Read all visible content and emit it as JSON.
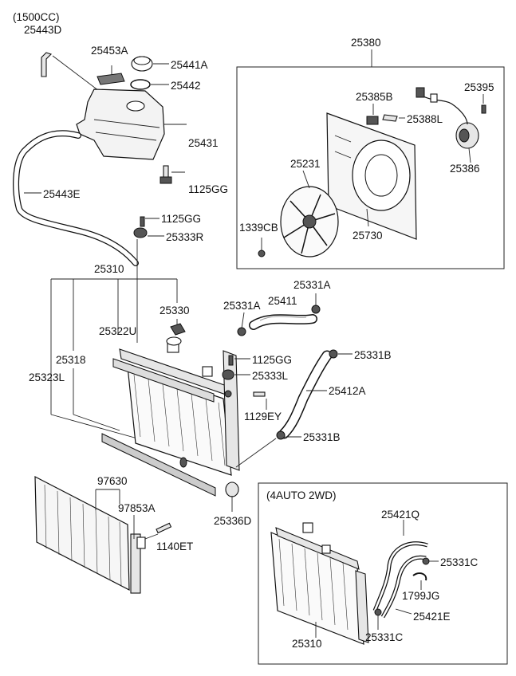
{
  "variant_labels": {
    "engine": "(1500CC)",
    "box_auto": "(4AUTO 2WD)"
  },
  "parts": {
    "p25443D": "25443D",
    "p25453A": "25453A",
    "p25441A": "25441A",
    "p25442": "25442",
    "p25431": "25431",
    "p1125GG_a": "1125GG",
    "p25443E": "25443E",
    "p1125GG_b": "1125GG",
    "p25333R": "25333R",
    "p25310_main": "25310",
    "p25330": "25330",
    "p25322U": "25322U",
    "p25318": "25318",
    "p25323L": "25323L",
    "p25331A_a": "25331A",
    "p25411": "25411",
    "p25331A_b": "25331A",
    "p25331B_a": "25331B",
    "p1125GG_c": "1125GG",
    "p25333L": "25333L",
    "p25412A": "25412A",
    "p1129EY": "1129EY",
    "p25331B_b": "25331B",
    "p25336D": "25336D",
    "p97630": "97630",
    "p97853A": "97853A",
    "p1140ET": "1140ET",
    "p25380": "25380",
    "p25385B": "25385B",
    "p25395": "25395",
    "p25388L": "25388L",
    "p25231": "25231",
    "p25386": "25386",
    "p1339CB": "1339CB",
    "p25730": "25730",
    "p25421Q": "25421Q",
    "p25331C_a": "25331C",
    "p1799JG": "1799JG",
    "p25421E": "25421E",
    "p25310_auto": "25310",
    "p25331C_b": "25331C"
  }
}
